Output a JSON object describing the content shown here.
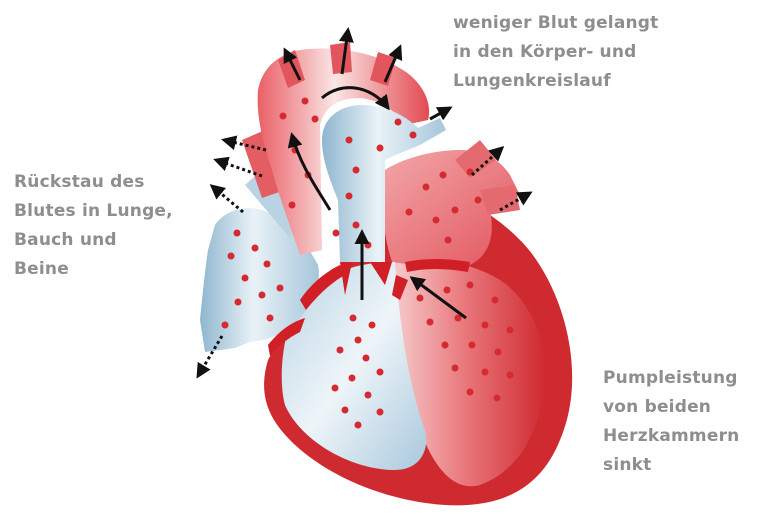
{
  "labels": {
    "top": [
      "weniger Blut gelangt",
      "in den Körper- und",
      "Lungenkreislauf"
    ],
    "left": [
      "Rückstau des",
      "Blutes in Lunge,",
      "Bauch und",
      "Beine"
    ],
    "right": [
      "Pumpleistung",
      "von beiden",
      "Herzkammern",
      "sinkt"
    ]
  },
  "colors": {
    "label_text": "#8e8e8e",
    "oxygenated_red": "#d9262c",
    "deoxygenated_blue": "#a9c8dc",
    "outline_red": "#c8202a",
    "arrow": "#111111"
  },
  "icons": {
    "solid_arrow": "flow-arrow-icon",
    "dashed_arrow": "backflow-arrow-icon"
  }
}
